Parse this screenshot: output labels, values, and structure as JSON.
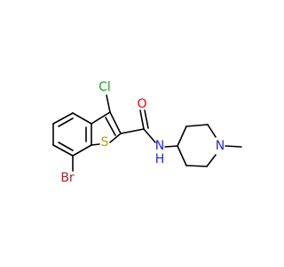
{
  "molecule": {
    "atoms": {
      "br": {
        "symbol": "Br",
        "color": "#a52a2a"
      },
      "cl": {
        "symbol": "Cl",
        "color": "#1fa01f"
      },
      "s": {
        "symbol": "S",
        "color": "#b3a100"
      },
      "o": {
        "symbol": "O",
        "color": "#e8000b"
      },
      "nh": {
        "symbol": "N",
        "sub": "H",
        "color": "#1f2bcc"
      },
      "n_ring": {
        "symbol": "N",
        "color": "#1f2bcc"
      }
    },
    "bond_color": "#000000"
  }
}
